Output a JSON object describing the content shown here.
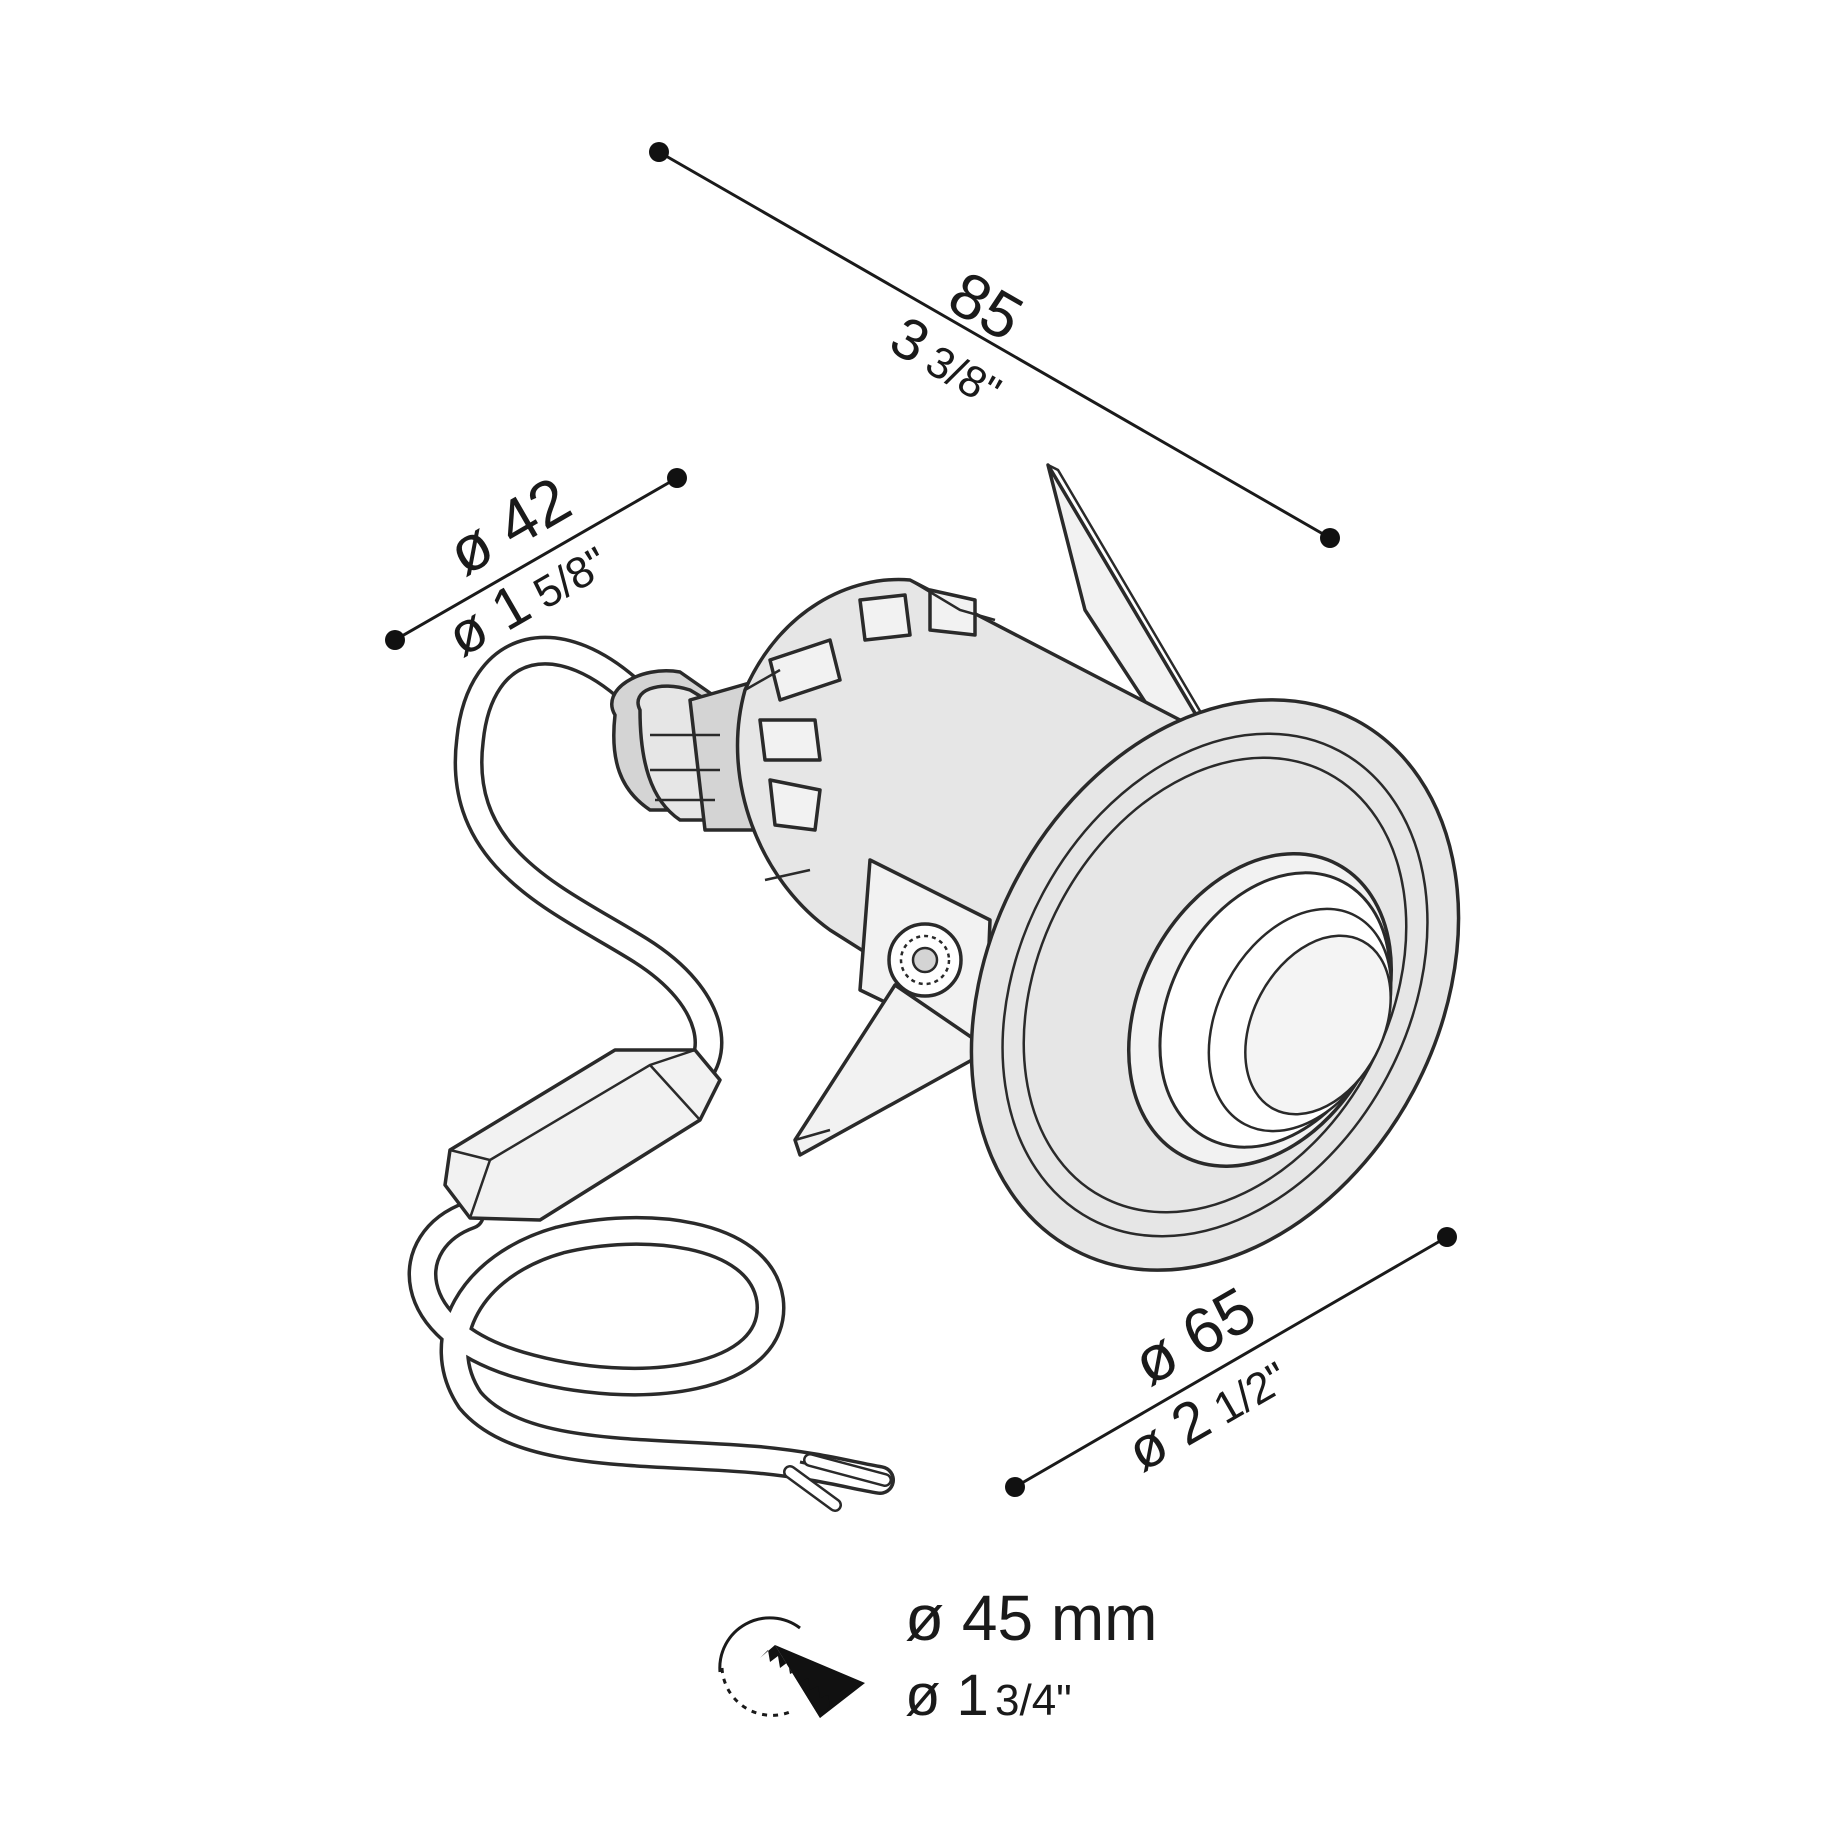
{
  "dimensions": {
    "length": {
      "metric": "85",
      "imperial_whole": "3",
      "imperial_frac": "3/8\""
    },
    "body_diameter": {
      "metric": "ø 42",
      "imperial_whole": "ø 1",
      "imperial_frac": "5/8\""
    },
    "flange_diameter": {
      "metric": "ø 65",
      "imperial_whole": "ø 2",
      "imperial_frac": "1/2\""
    }
  },
  "cutout": {
    "icon": "hole-saw-icon",
    "metric": "ø 45 mm",
    "imperial_whole": "ø 1",
    "imperial_frac": "3/4\""
  },
  "colors": {
    "line": "#1a1a1a",
    "body_fill": "#e6e6e6",
    "background": "#ffffff"
  }
}
